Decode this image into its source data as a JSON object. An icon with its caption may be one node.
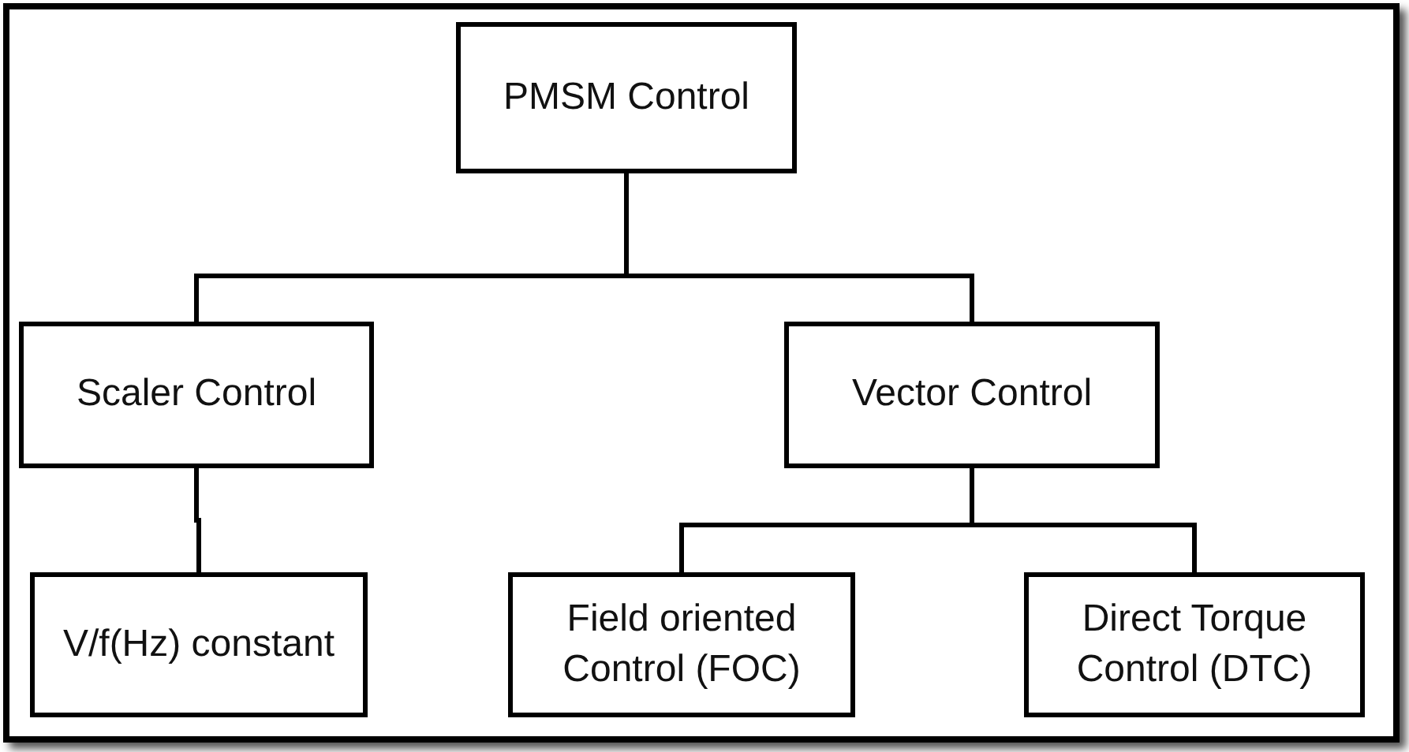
{
  "diagram": {
    "nodes": [
      {
        "text": [
          "PMSM Control"
        ]
      },
      {
        "text": [
          "Scaler Control"
        ]
      },
      {
        "text": [
          "Vector Control"
        ]
      },
      {
        "text": [
          "V/f(Hz) constant"
        ]
      },
      {
        "text": [
          "Field oriented Control (FOC)"
        ]
      },
      {
        "text": [
          "Direct Torque Control (DTC)"
        ]
      }
    ],
    "edges": [
      {
        "from": 0,
        "to": 1,
        "arrow": "none"
      },
      {
        "from": 0,
        "to": 2,
        "arrow": "none"
      },
      {
        "from": 1,
        "to": 3,
        "arrow": "none"
      },
      {
        "from": 2,
        "to": 4,
        "arrow": "none"
      },
      {
        "from": 2,
        "to": 5,
        "arrow": "none"
      }
    ]
  }
}
